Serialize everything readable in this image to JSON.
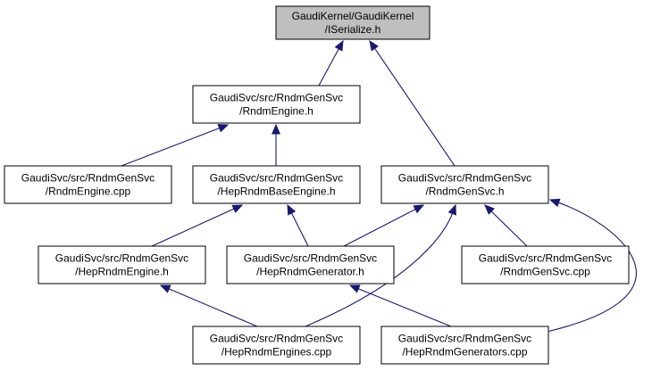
{
  "graph": {
    "colors": {
      "edge": "#191970",
      "node_fill": "#ffffff",
      "focus_fill": "#bfbfbf",
      "border": "#000000"
    },
    "nodes": [
      {
        "id": "iserialize",
        "lines": [
          "GaudiKernel/GaudiKernel",
          "/ISerialize.h"
        ],
        "focus": true
      },
      {
        "id": "rndmengine_h",
        "lines": [
          "GaudiSvc/src/RndmGenSvc",
          "/RndmEngine.h"
        ]
      },
      {
        "id": "rndmengine_cpp",
        "lines": [
          "GaudiSvc/src/RndmGenSvc",
          "/RndmEngine.cpp"
        ]
      },
      {
        "id": "heprndmbaseengine_h",
        "lines": [
          "GaudiSvc/src/RndmGenSvc",
          "/HepRndmBaseEngine.h"
        ]
      },
      {
        "id": "rndmgensvc_h",
        "lines": [
          "GaudiSvc/src/RndmGenSvc",
          "/RndmGenSvc.h"
        ]
      },
      {
        "id": "heprndmengine_h",
        "lines": [
          "GaudiSvc/src/RndmGenSvc",
          "/HepRndmEngine.h"
        ]
      },
      {
        "id": "heprndmgenerator_h",
        "lines": [
          "GaudiSvc/src/RndmGenSvc",
          "/HepRndmGenerator.h"
        ]
      },
      {
        "id": "rndmgensvc_cpp",
        "lines": [
          "GaudiSvc/src/RndmGenSvc",
          "/RndmGenSvc.cpp"
        ]
      },
      {
        "id": "heprndmengines_cpp",
        "lines": [
          "GaudiSvc/src/RndmGenSvc",
          "/HepRndmEngines.cpp"
        ]
      },
      {
        "id": "heprndmgenerators_cpp",
        "lines": [
          "GaudiSvc/src/RndmGenSvc",
          "/HepRndmGenerators.cpp"
        ]
      }
    ],
    "edges": [
      {
        "from": "rndmengine_h",
        "to": "iserialize"
      },
      {
        "from": "rndmgensvc_h",
        "to": "iserialize"
      },
      {
        "from": "rndmengine_cpp",
        "to": "rndmengine_h"
      },
      {
        "from": "heprndmbaseengine_h",
        "to": "rndmengine_h"
      },
      {
        "from": "heprndmengine_h",
        "to": "heprndmbaseengine_h"
      },
      {
        "from": "heprndmgenerator_h",
        "to": "heprndmbaseengine_h"
      },
      {
        "from": "heprndmgenerator_h",
        "to": "rndmgensvc_h"
      },
      {
        "from": "heprndmengines_cpp",
        "to": "rndmgensvc_h"
      },
      {
        "from": "rndmgensvc_cpp",
        "to": "rndmgensvc_h"
      },
      {
        "from": "heprndmgenerators_cpp",
        "to": "rndmgensvc_h"
      },
      {
        "from": "heprndmengines_cpp",
        "to": "heprndmengine_h"
      },
      {
        "from": "heprndmgenerators_cpp",
        "to": "heprndmgenerator_h"
      }
    ]
  }
}
